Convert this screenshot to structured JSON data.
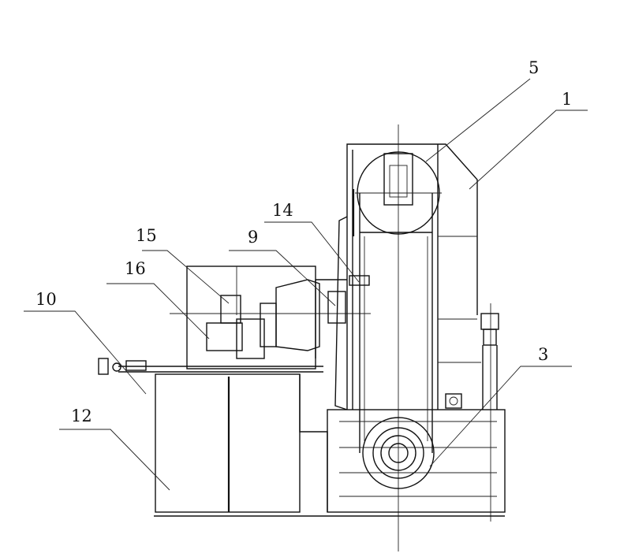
{
  "figure": {
    "labels": {
      "l5": "5",
      "l1": "1",
      "l14": "14",
      "l9": "9",
      "l15": "15",
      "l16": "16",
      "l10": "10",
      "l12": "12",
      "l3": "3"
    }
  }
}
